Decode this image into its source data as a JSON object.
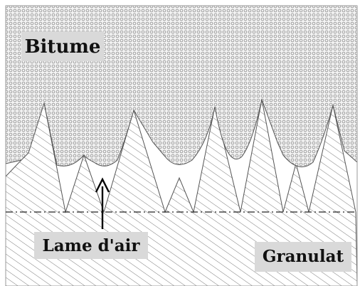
{
  "labels": {
    "bitumen": "Bitume",
    "air_gap": "Lame d'air",
    "aggregate": "Granulat"
  },
  "colors": {
    "bitumen_fill": "#f2f2f2",
    "bitumen_dots": "#8a8a8a",
    "hatch_lines": "#7a7a7a",
    "outline": "#555555",
    "label_background": "#d9d9d9",
    "reference_line": "#222222",
    "arrow": "#000000"
  }
}
